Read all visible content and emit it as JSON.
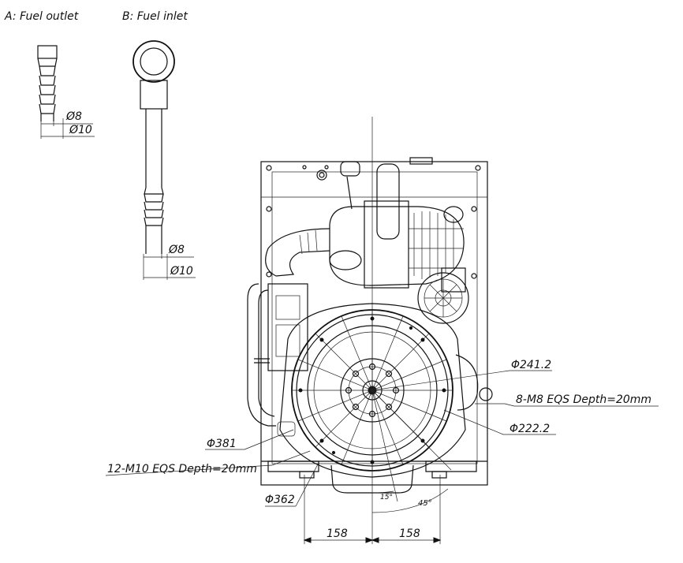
{
  "captions": {
    "fuel_outlet": "A: Fuel outlet",
    "fuel_inlet": "B: Fuel inlet"
  },
  "fitting_a": {
    "inner_dia": "Ø8",
    "outer_dia": "Ø10"
  },
  "fitting_b": {
    "inner_dia": "Ø8",
    "outer_dia": "Ø10"
  },
  "engine": {
    "dia_241": "Φ241.2",
    "holes_m8": "8-M8 EQS Depth=20mm",
    "dia_222": "Φ222.2",
    "dia_381": "Φ381",
    "holes_m10": "12-M10 EQS Depth=20mm",
    "dia_362": "Φ362",
    "angle_15": "15°",
    "angle_45": "45°",
    "width_left": "158",
    "width_right": "158"
  }
}
